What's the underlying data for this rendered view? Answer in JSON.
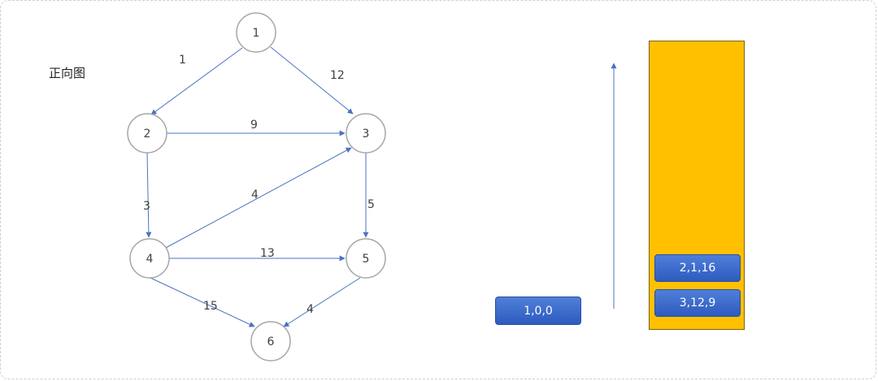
{
  "title": "正向图",
  "nodes": [
    {
      "id": "1",
      "label": "1"
    },
    {
      "id": "2",
      "label": "2"
    },
    {
      "id": "3",
      "label": "3"
    },
    {
      "id": "4",
      "label": "4"
    },
    {
      "id": "5",
      "label": "5"
    },
    {
      "id": "6",
      "label": "6"
    }
  ],
  "edges": [
    {
      "from": "1",
      "to": "2",
      "weight": "1"
    },
    {
      "from": "1",
      "to": "3",
      "weight": "12"
    },
    {
      "from": "2",
      "to": "3",
      "weight": "9"
    },
    {
      "from": "2",
      "to": "4",
      "weight": "3"
    },
    {
      "from": "4",
      "to": "3",
      "weight": "4"
    },
    {
      "from": "3",
      "to": "5",
      "weight": "5"
    },
    {
      "from": "4",
      "to": "5",
      "weight": "13"
    },
    {
      "from": "4",
      "to": "6",
      "weight": "15"
    },
    {
      "from": "5",
      "to": "6",
      "weight": "4"
    }
  ],
  "current_item": "1,0,0",
  "stack_items": [
    "2,1,16",
    "3,12,9"
  ],
  "colors": {
    "edge": "#4a72c4",
    "box": "#3a67c9",
    "stack": "#ffc000",
    "node_border": "#a6a6a6"
  }
}
